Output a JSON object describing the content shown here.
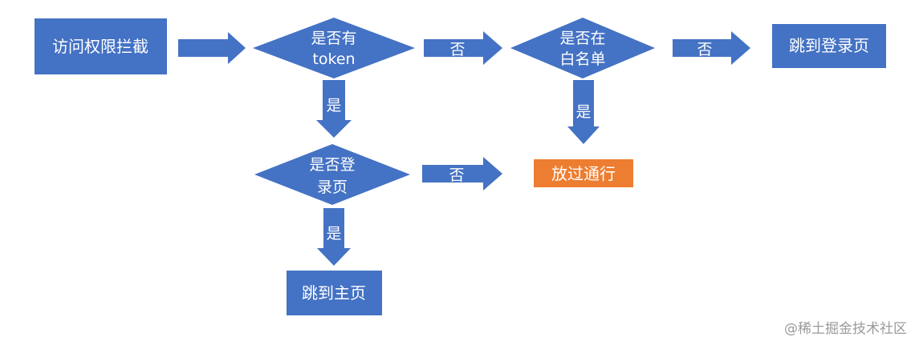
{
  "colors": {
    "node_blue": "#4472c4",
    "node_orange": "#ed7d31",
    "arrow_blue": "#4472c4",
    "text_white": "#ffffff",
    "watermark_gray": "#9a9a9a"
  },
  "nodes": {
    "start": "访问权限拦截",
    "has_token_line1": "是否有",
    "has_token_line2": "token",
    "whitelist_line1": "是否在",
    "whitelist_line2": "白名单",
    "login_redirect": "跳到登录页",
    "is_login_page_line1": "是否登",
    "is_login_page_line2": "录页",
    "allow_pass": "放过通行",
    "home_redirect": "跳到主页"
  },
  "edges": {
    "token_no": "否",
    "whitelist_no": "否",
    "token_yes": "是",
    "whitelist_yes": "是",
    "login_page_no": "否",
    "login_page_yes": "是"
  },
  "watermark": "@稀土掘金技术社区"
}
